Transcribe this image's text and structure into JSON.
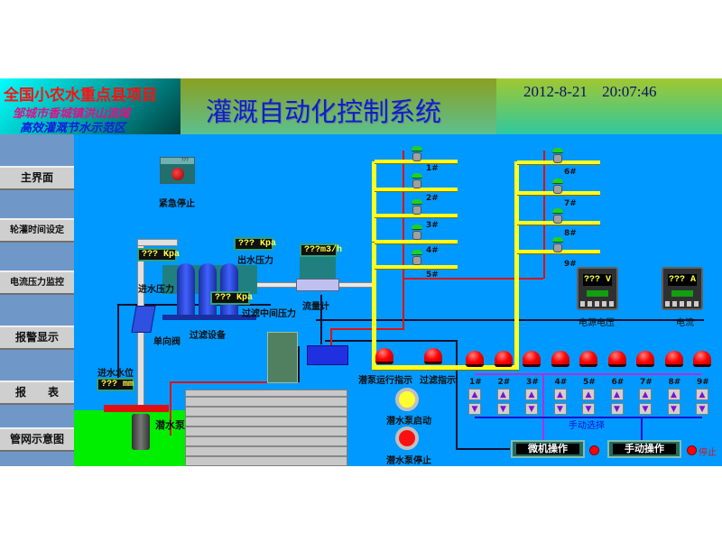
{
  "header": {
    "project_line1": "全国小农水重点县项目",
    "project_line2": "邹城市香城镇洪山流域",
    "project_line3": "高效灌溉节水示范区",
    "title": "灌溉自动化控制系统",
    "date": "2012-8-21",
    "time": "20:07:46"
  },
  "sidebar": {
    "items": [
      {
        "label": "主界面"
      },
      {
        "label": "轮灌时间设定"
      },
      {
        "label": "电流压力监控"
      },
      {
        "label": "报警显示"
      },
      {
        "label": "报　　表"
      },
      {
        "label": "管网示意图"
      }
    ]
  },
  "emergency_stop": {
    "indicator": "???",
    "label": "紧急停止"
  },
  "gauges": {
    "inlet_pressure": {
      "value": "???",
      "unit": "Kpa",
      "label": "进水压力"
    },
    "outlet_pressure": {
      "value": "???",
      "unit": "Kpa",
      "label": "出水压力"
    },
    "filter_mid_pressure": {
      "value": "???",
      "unit": "Kpa",
      "label": "过滤中间压力"
    },
    "flow": {
      "value": "???",
      "unit": "m3/h",
      "label": "流量计"
    },
    "water_level": {
      "value": "???",
      "unit": "mm",
      "label": "进水水位"
    }
  },
  "equipment": {
    "filter": "过滤设备",
    "check_valve": "单向阀",
    "pump": "潜水泵"
  },
  "valves": [
    "1#",
    "2#",
    "3#",
    "4#",
    "5#",
    "6#",
    "7#",
    "8#",
    "9#"
  ],
  "meters": {
    "voltage": {
      "value": "???",
      "unit": "V",
      "label": "电源电压"
    },
    "current": {
      "value": "???",
      "unit": "A",
      "label": "电流"
    }
  },
  "indicators": {
    "pump_running": "潜泵运行指示",
    "filter": "过滤指示"
  },
  "pump_controls": {
    "start": "潜水泵启动",
    "stop": "潜水泵停止"
  },
  "zone_controls": {
    "zones": [
      "1#",
      "2#",
      "3#",
      "4#",
      "5#",
      "6#",
      "7#",
      "8#",
      "9#"
    ],
    "up_symbol": "▲",
    "down_symbol": "▼",
    "manual_select": "手动选择"
  },
  "mode": {
    "computer": "微机操作",
    "manual": "手动操作",
    "stop": "停止"
  },
  "colors": {
    "background": "#0099ff",
    "pipe_main": "#ffff20",
    "lamp": "#ff0000",
    "ground": "#00ee00"
  }
}
